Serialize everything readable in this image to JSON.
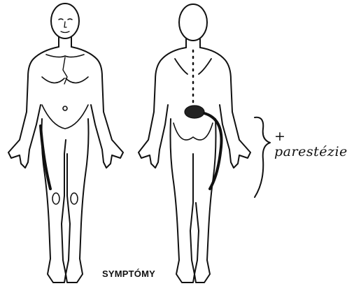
{
  "caption": "SYMPTÓMY",
  "annotation": "+ parestézie",
  "figures": [
    {
      "view": "front"
    },
    {
      "view": "back"
    }
  ]
}
